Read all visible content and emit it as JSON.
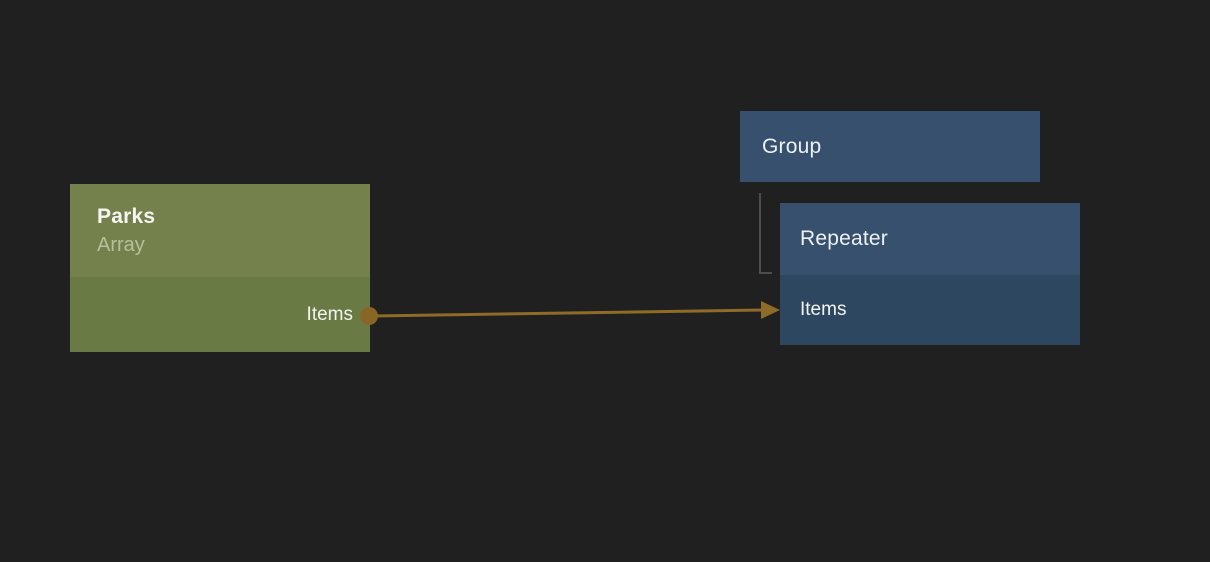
{
  "canvas": {
    "background_color": "#202021"
  },
  "parks_node": {
    "title": "Parks",
    "subtitle": "Array",
    "items_label": "Items",
    "header_color": "#75814c",
    "row_color": "#6a7a44",
    "subtitle_color": "#b6c09c"
  },
  "group_node": {
    "title": "Group",
    "color": "#36506d"
  },
  "repeater_node": {
    "title": "Repeater",
    "items_label": "Items",
    "header_color": "#36506d",
    "row_color": "#2e4761"
  },
  "connection": {
    "color": "#8e6b28",
    "port_dot_color": "#8a6626"
  },
  "hierarchy_line": {
    "color": "#4d4d4d"
  }
}
